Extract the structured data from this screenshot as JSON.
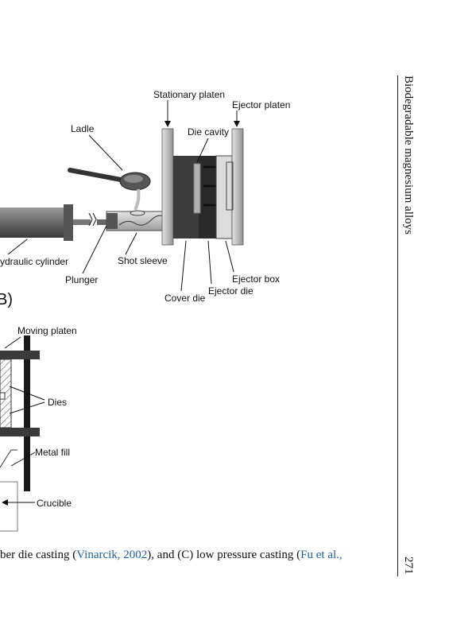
{
  "sidebar": {
    "running_title": "Biodegradable magnesium alloys",
    "page_number": "271"
  },
  "figure": {
    "labels": {
      "stationary_platen": "Stationary platen",
      "ejector_platen": "Ejector platen",
      "ladle": "Ladle",
      "die_cavity": "Die cavity",
      "hydraulic_cylinder": "ydraulic cylinder",
      "shot_sleeve": "Shot sleeve",
      "plunger": "Plunger",
      "ejector_box": "Ejector box",
      "ejector_die": "Ejector die",
      "cover_die": "Cover die",
      "panel_b_marker": "B)",
      "moving_platen": "Moving platen",
      "dies": "Dies",
      "metal_fill": "Metal fill",
      "crucible": "Crucible"
    }
  },
  "caption": {
    "part1": "ber die casting (",
    "ref1": "Vinarcik, 2002",
    "part2": "), and (C) low pressure casting (",
    "ref2": "Fu et al.,"
  },
  "colors": {
    "link": "#1f5f9e",
    "machine_dark": "#3a3a3a",
    "machine_mid": "#8c8c8c",
    "machine_light": "#c8c8c8"
  }
}
